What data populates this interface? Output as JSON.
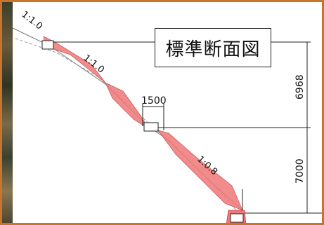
{
  "title": "標準断面図",
  "slopes": {
    "top": "1:1.0",
    "middle": "1:1.0",
    "lower": "1:0.8"
  },
  "berm_width": "1500",
  "heights": {
    "upper": "6968",
    "lower": "7000"
  },
  "colors": {
    "fill": "#f07878",
    "frame": "#c9742a",
    "line": "#222222"
  }
}
